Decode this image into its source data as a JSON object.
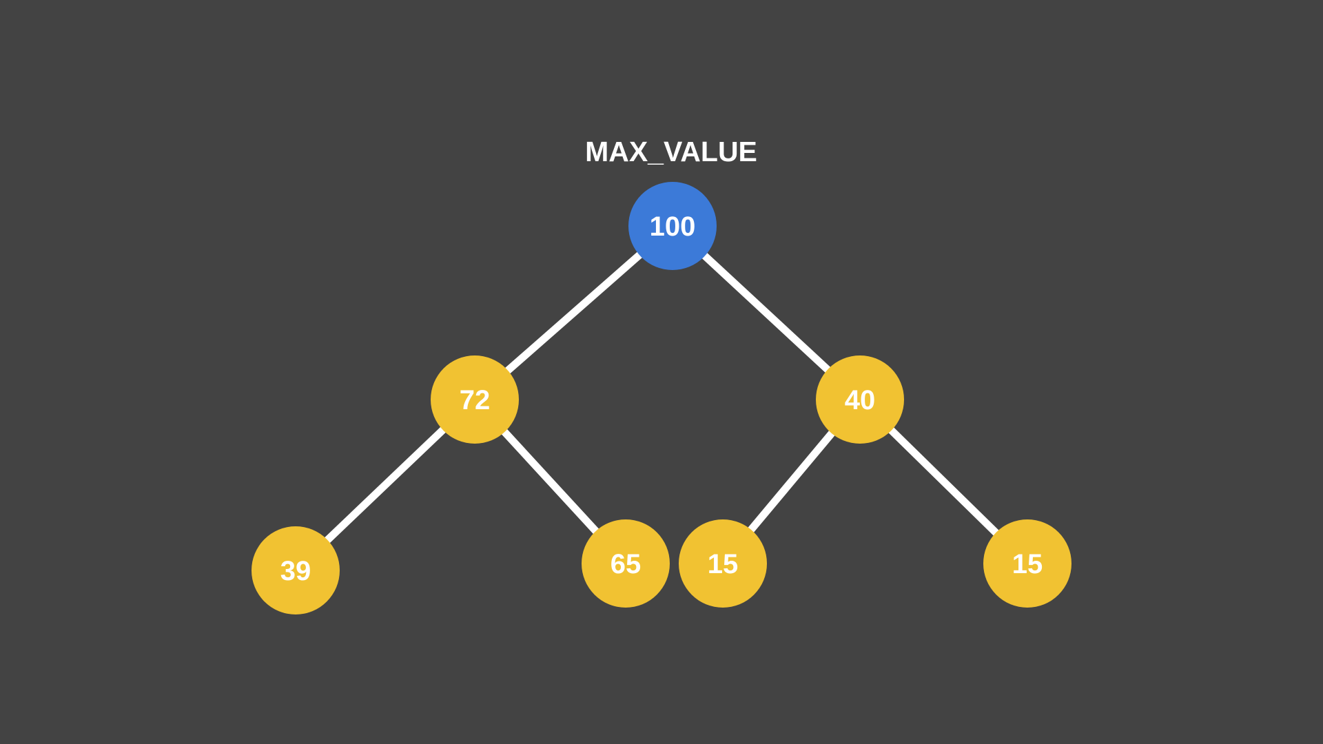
{
  "caption": "MAX_VALUE",
  "colors": {
    "background": "#434343",
    "root": "#3c7ad8",
    "node": "#f1c232",
    "edge": "#ffffff",
    "text": "#ffffff"
  },
  "tree": {
    "root": "n0",
    "nodes": [
      {
        "id": "n0",
        "value": "100",
        "kind": "root"
      },
      {
        "id": "n1",
        "value": "72",
        "kind": "node"
      },
      {
        "id": "n2",
        "value": "40",
        "kind": "node"
      },
      {
        "id": "n3",
        "value": "39",
        "kind": "node"
      },
      {
        "id": "n4",
        "value": "65",
        "kind": "node"
      },
      {
        "id": "n5",
        "value": "15",
        "kind": "node"
      },
      {
        "id": "n6",
        "value": "15",
        "kind": "node"
      }
    ],
    "edges": [
      {
        "from": "n0",
        "to": "n1"
      },
      {
        "from": "n0",
        "to": "n2"
      },
      {
        "from": "n1",
        "to": "n3"
      },
      {
        "from": "n1",
        "to": "n4"
      },
      {
        "from": "n2",
        "to": "n5"
      },
      {
        "from": "n2",
        "to": "n6"
      }
    ]
  }
}
